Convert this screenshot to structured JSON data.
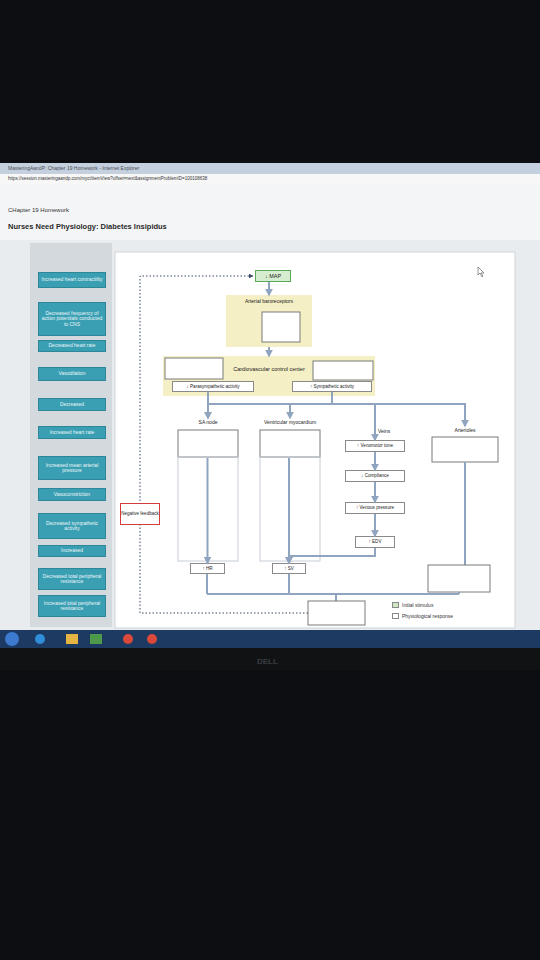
{
  "diagram": {
    "title": "Nurses Need Physiology: Diabetes Insipidus",
    "nodes": [
      {
        "text": [
          "Increased heart contractility"
        ]
      },
      {
        "text": [
          "Decreased frequency of action potentials conducted to CNS"
        ]
      },
      {
        "text": [
          "Decreased heart rate"
        ]
      },
      {
        "text": [
          "Vasodilation"
        ]
      },
      {
        "text": [
          "Decreased"
        ]
      },
      {
        "text": [
          "Increased heart rate"
        ]
      },
      {
        "text": [
          "Increased mean arterial pressure"
        ]
      },
      {
        "text": [
          "Vasoconstriction"
        ]
      },
      {
        "text": [
          "Decreased sympathetic activity"
        ]
      },
      {
        "text": [
          "Increased"
        ]
      },
      {
        "text": [
          "Decreased total peripheral resistance"
        ]
      },
      {
        "text": [
          "Increased total peripheral resistance"
        ]
      },
      {
        "text": [
          "↓ MAP"
        ]
      },
      {
        "text": [
          "Arterial baroreceptors"
        ]
      },
      {
        "text": [
          "Cardiovascular control center"
        ]
      },
      {
        "text": [
          "↓ Parasympathetic activity"
        ],
        "in": 14
      },
      {
        "text": [
          "↑ Sympathetic activity"
        ],
        "in": 14
      },
      {
        "text": [
          "SA node"
        ]
      },
      {
        "text": [
          "Ventricular myocardium"
        ]
      },
      {
        "text": [
          "↑ Venomotor tone"
        ]
      },
      {
        "text": [
          "Arterioles"
        ]
      },
      {
        "text": [
          "↓ Compliance"
        ]
      },
      {
        "text": [
          "↑ Venous pressure"
        ]
      },
      {
        "text": [
          "↑ EDV"
        ]
      },
      {
        "text": [
          "↑ HR"
        ]
      },
      {
        "text": [
          "↑ SV"
        ]
      },
      {
        "text": [
          "Negative feedback"
        ]
      }
    ],
    "edges": [
      {
        "from": 12,
        "to": 13,
        "arrow": "to"
      },
      {
        "from": 13,
        "to": 14,
        "arrow": "to"
      },
      {
        "from": 15,
        "to": 17,
        "arrow": "to"
      },
      {
        "from": 16,
        "to": 17,
        "arrow": "to"
      },
      {
        "from": 16,
        "to": 18,
        "arrow": "to"
      },
      {
        "from": 16,
        "to": 19,
        "arrow": "to"
      },
      {
        "from": 16,
        "to": 20,
        "arrow": "to"
      },
      {
        "from": 17,
        "to": 24,
        "arrow": "to"
      },
      {
        "from": 18,
        "to": 25,
        "arrow": "to"
      },
      {
        "from": 19,
        "to": 21,
        "arrow": "to"
      },
      {
        "from": 21,
        "to": 22,
        "arrow": "to"
      },
      {
        "from": 22,
        "to": 23,
        "arrow": "to"
      },
      {
        "from": 23,
        "to": 25,
        "arrow": "to"
      }
    ],
    "labels": [
      "MasteringAandP: Chapter 19 Homework - Internet Explorer",
      "https://session.masteringaandp.com/myct/itemView?offset=next&assignmentProblemID=100108638",
      "CHapter 19 Homework",
      "Veins",
      "DELL"
    ],
    "legend": [
      {
        "text": "Initial stimulus",
        "color": "#cfe8c6"
      },
      {
        "text": "Physiological response",
        "color": "#ffffff"
      }
    ]
  }
}
